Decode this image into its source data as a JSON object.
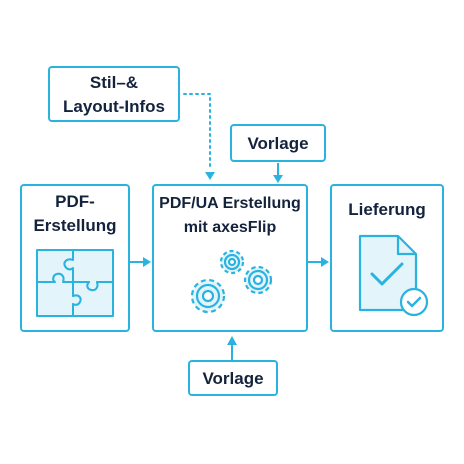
{
  "colors": {
    "accent": "#2bb3e0",
    "text": "#14233c",
    "fill": "#e3f4fb"
  },
  "nodes": {
    "style_layout": {
      "line1": "Stil–&",
      "line2": "Layout-Infos"
    },
    "template_top": {
      "label": "Vorlage"
    },
    "pdf_creation": {
      "line1": "PDF-",
      "line2": "Erstellung",
      "icon": "puzzle-icon"
    },
    "pdfua_creation": {
      "line1": "PDF/UA Erstellung",
      "line2": "mit axesFlip",
      "icon": "gears-icon"
    },
    "delivery": {
      "line1": "Lieferung",
      "icon": "document-check-icon"
    },
    "template_bottom": {
      "label": "Vorlage"
    }
  }
}
